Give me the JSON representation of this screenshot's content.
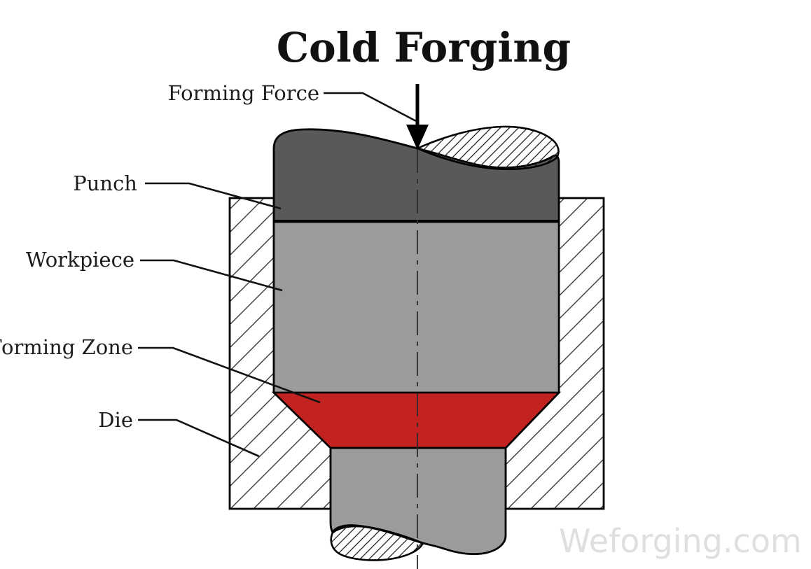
{
  "title": "Cold Forging",
  "labels": {
    "forming_force": "Forming Force",
    "punch": "Punch",
    "workpiece": "Workpiece",
    "forming_zone": "Forming Zone",
    "die": "Die"
  },
  "watermark": "Weforging.com",
  "colors": {
    "punch": "#595959",
    "workpiece": "#9b9b9b",
    "forming_zone": "#c32320",
    "outline": "#000000",
    "label_text": "#1d1d1d",
    "watermark_text": "#dfdfdf"
  }
}
